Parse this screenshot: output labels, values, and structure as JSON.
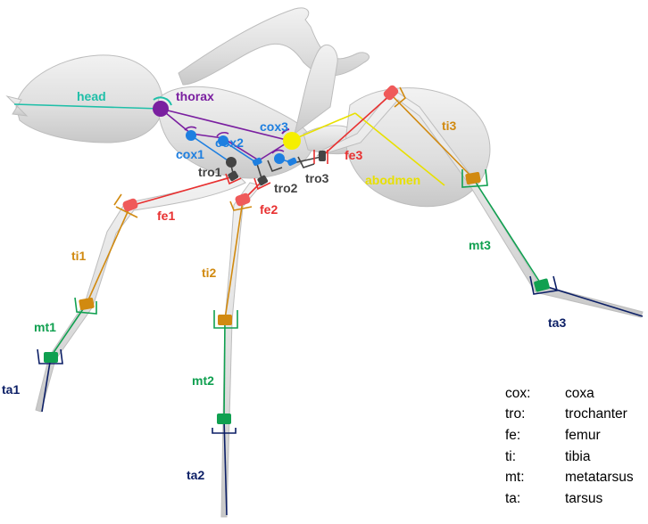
{
  "labels": {
    "head": "head",
    "thorax": "thorax",
    "abdomen": "abodmen",
    "cox1": "cox1",
    "cox2": "cox2",
    "cox3": "cox3",
    "tro1": "tro1",
    "tro2": "tro2",
    "tro3": "tro3",
    "fe1": "fe1",
    "fe2": "fe2",
    "fe3": "fe3",
    "ti1": "ti1",
    "ti2": "ti2",
    "ti3": "ti3",
    "mt1": "mt1",
    "mt2": "mt2",
    "mt3": "mt3",
    "ta1": "ta1",
    "ta2": "ta2",
    "ta3": "ta3"
  },
  "legend": [
    {
      "abbr": "cox:",
      "meaning": "coxa"
    },
    {
      "abbr": "tro:",
      "meaning": "trochanter"
    },
    {
      "abbr": "fe:",
      "meaning": "femur"
    },
    {
      "abbr": "ti:",
      "meaning": "tibia"
    },
    {
      "abbr": "mt:",
      "meaning": "metatarsus"
    },
    {
      "abbr": "ta:",
      "meaning": "tarsus"
    }
  ],
  "colors": {
    "head": "#1fbfa8",
    "thorax": "#7a1fa0",
    "coxa": "#1e7fe0",
    "trochanter": "#444444",
    "femur": "#e83030",
    "tibia": "#d18a10",
    "metatarsus": "#10a050",
    "tarsus": "#0c1f66",
    "abdomen": "#e8e000"
  }
}
